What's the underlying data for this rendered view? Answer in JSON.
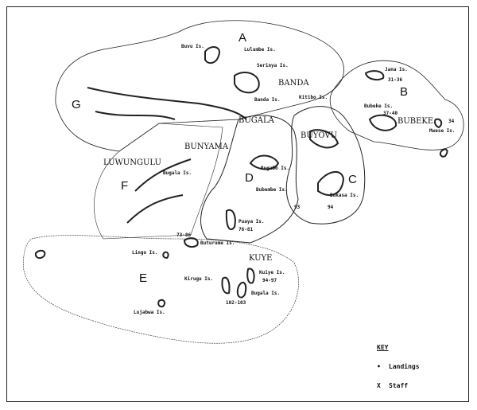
{
  "zones": {
    "a": "A",
    "b": "B",
    "c": "C",
    "d": "D",
    "e": "E",
    "f": "F",
    "g": "G"
  },
  "regions": {
    "banda": "BANDA",
    "bubeke": "BUBEKE",
    "bugala": "BUGALA",
    "buyovu": "BUYOVU",
    "bunyama": "BUNYAMA",
    "luwungulu": "LUWUNGULU",
    "kuye": "KUYE"
  },
  "islands": {
    "buvu": "Buvu Is.",
    "lulumbe": "Lulumbe Is.",
    "serinya": "Serinya Is.",
    "banda": "Banda Is.",
    "kitibo": "Kitibo Is.",
    "jana": "Jana Is.",
    "jana_range": "31-36",
    "bubeke": "Bubeke Is.",
    "bubeke_range": "37-40",
    "mwese": "Mwese Is.",
    "mwese_num": "34",
    "bugala": "Bugala Is.",
    "bugabo": "Bugabo Is.",
    "bubembe": "Bubembe Is.",
    "bukasa": "Bukasa Is.",
    "bukasa_n1": "93",
    "bukasa_n2": "94",
    "puaya": "Puaya Is.",
    "puaya_range": "76-81",
    "buturume_range": "73-86",
    "buturume": "Buturume Is.",
    "lingo": "Lingo Is.",
    "kuiye": "Kuiye Is.",
    "kuiye_range": "94-97",
    "kirugu": "Kirugu Is.",
    "bugala_e": "Bugala Is.",
    "bugala_e_range": "102-103",
    "lujabwa": "Lujabwa Is."
  },
  "key": {
    "title": "KEY",
    "landings": "Landings",
    "staff": "Staff",
    "landing_symbol": "•",
    "staff_symbol": "X"
  }
}
